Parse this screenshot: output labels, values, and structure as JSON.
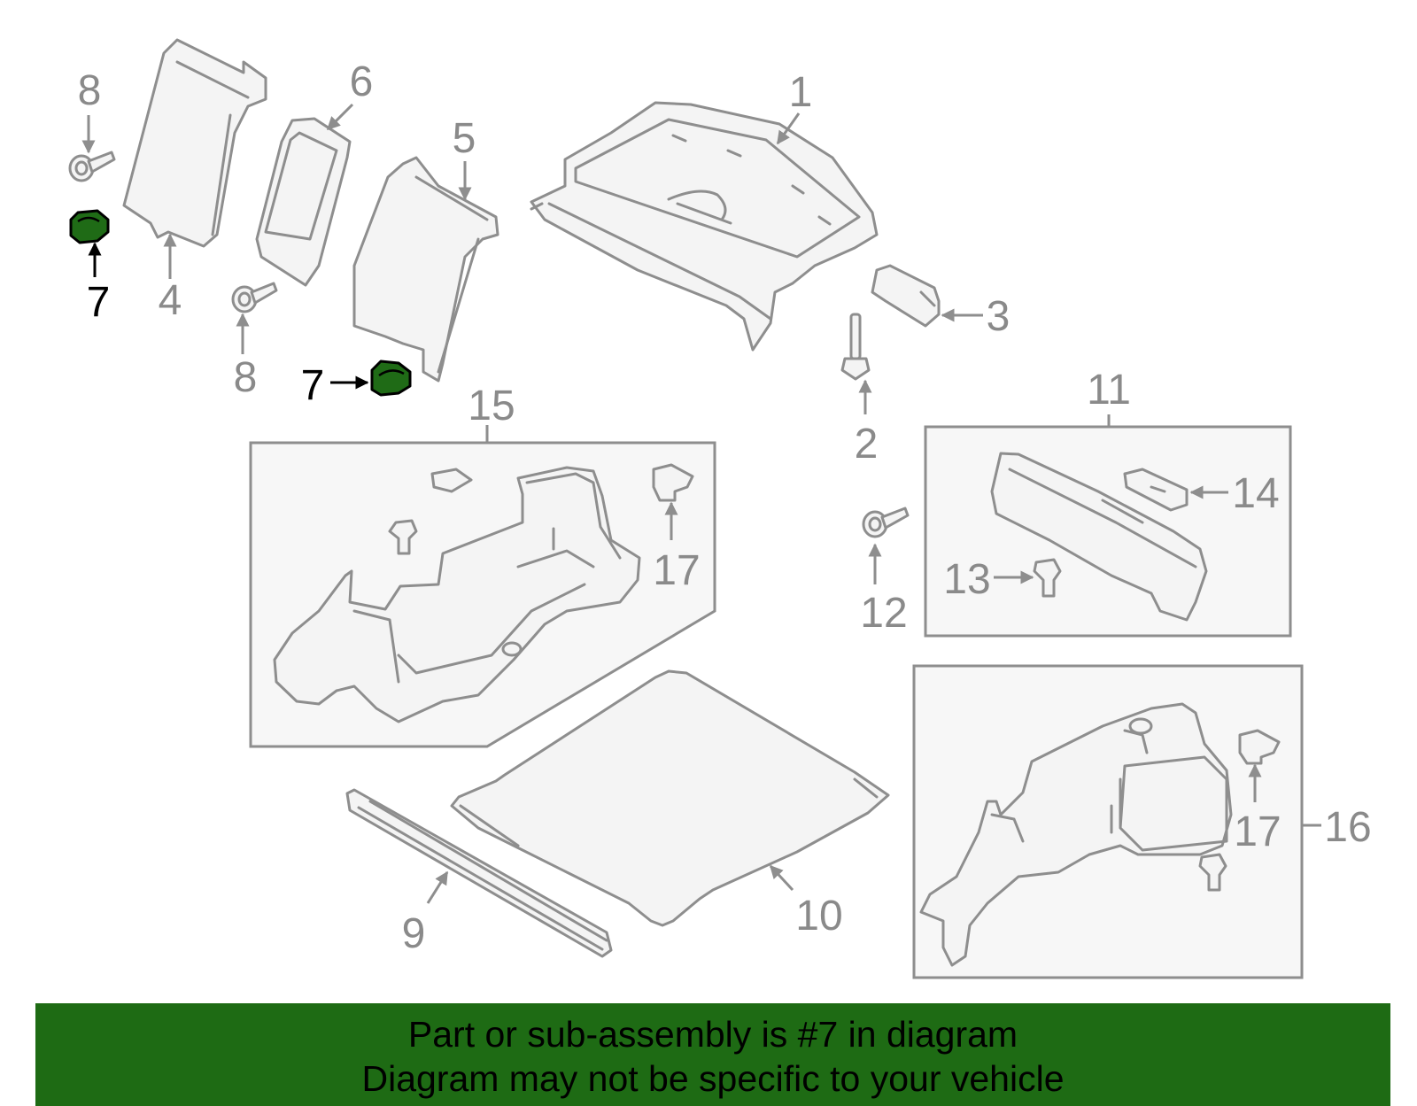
{
  "callouts": {
    "c1": "1",
    "c2": "2",
    "c3": "3",
    "c4": "4",
    "c5": "5",
    "c6": "6",
    "c7a": "7",
    "c7b": "7",
    "c8a": "8",
    "c8b": "8",
    "c9": "9",
    "c10": "10",
    "c11": "11",
    "c12": "12",
    "c13": "13",
    "c14": "14",
    "c15": "15",
    "c16": "16",
    "c17a": "17",
    "c17b": "17"
  },
  "highlighted_part": "7",
  "colors": {
    "highlight_fill": "#1f6b16",
    "banner": "#1e6b14",
    "line": "#8e8e8e"
  },
  "banner": {
    "line1": "Part or sub-assembly is #7 in diagram",
    "line2": "Diagram may not be specific to your vehicle"
  }
}
